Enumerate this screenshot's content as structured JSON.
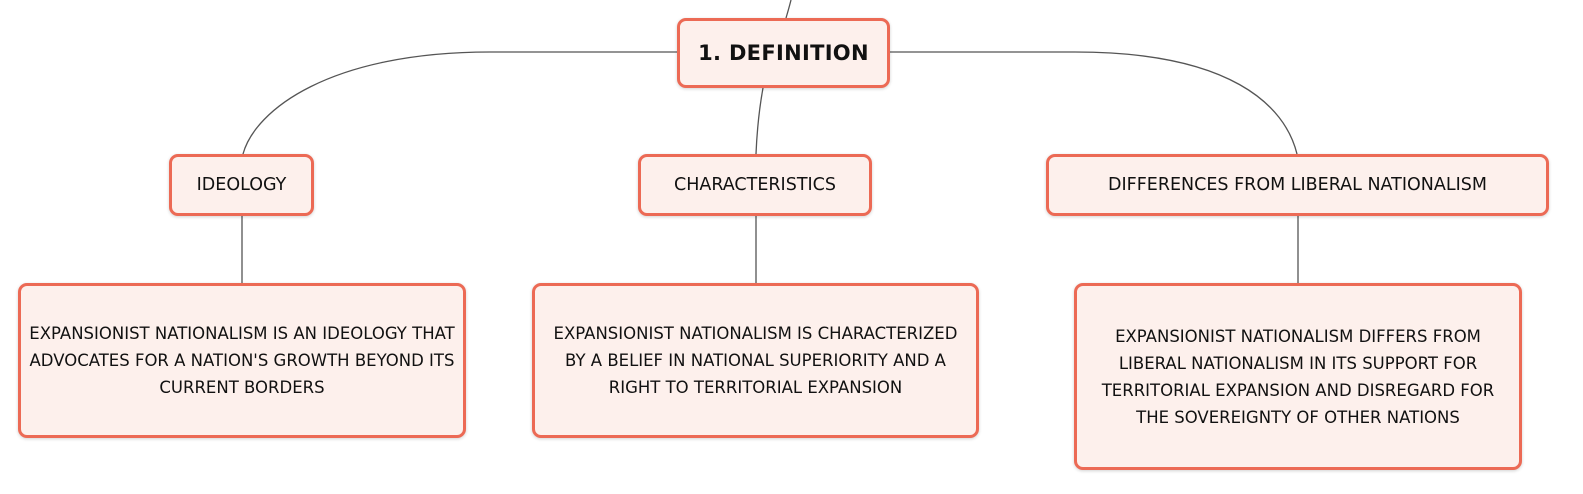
{
  "diagram": {
    "root": {
      "label": "1. DEFINITION"
    },
    "topics": [
      {
        "label": "IDEOLOGY"
      },
      {
        "label": "CHARACTERISTICS"
      },
      {
        "label": "DIFFERENCES FROM LIBERAL NATIONALISM"
      }
    ],
    "details": [
      {
        "text": "EXPANSIONIST NATIONALISM IS AN IDEOLOGY THAT ADVOCATES FOR A NATION'S GROWTH BEYOND ITS CURRENT BORDERS"
      },
      {
        "text": "EXPANSIONIST NATIONALISM IS CHARACTERIZED BY A BELIEF IN NATIONAL SUPERIORITY AND A RIGHT TO TERRITORIAL EXPANSION"
      },
      {
        "text": "EXPANSIONIST NATIONALISM DIFFERS FROM LIBERAL NATIONALISM IN ITS SUPPORT FOR TERRITORIAL EXPANSION AND DISREGARD FOR THE SOVEREIGNTY OF OTHER NATIONS"
      }
    ]
  },
  "colors": {
    "node_border": "#ec6a55",
    "node_fill": "#fdf0ec",
    "connector": "#555555"
  }
}
